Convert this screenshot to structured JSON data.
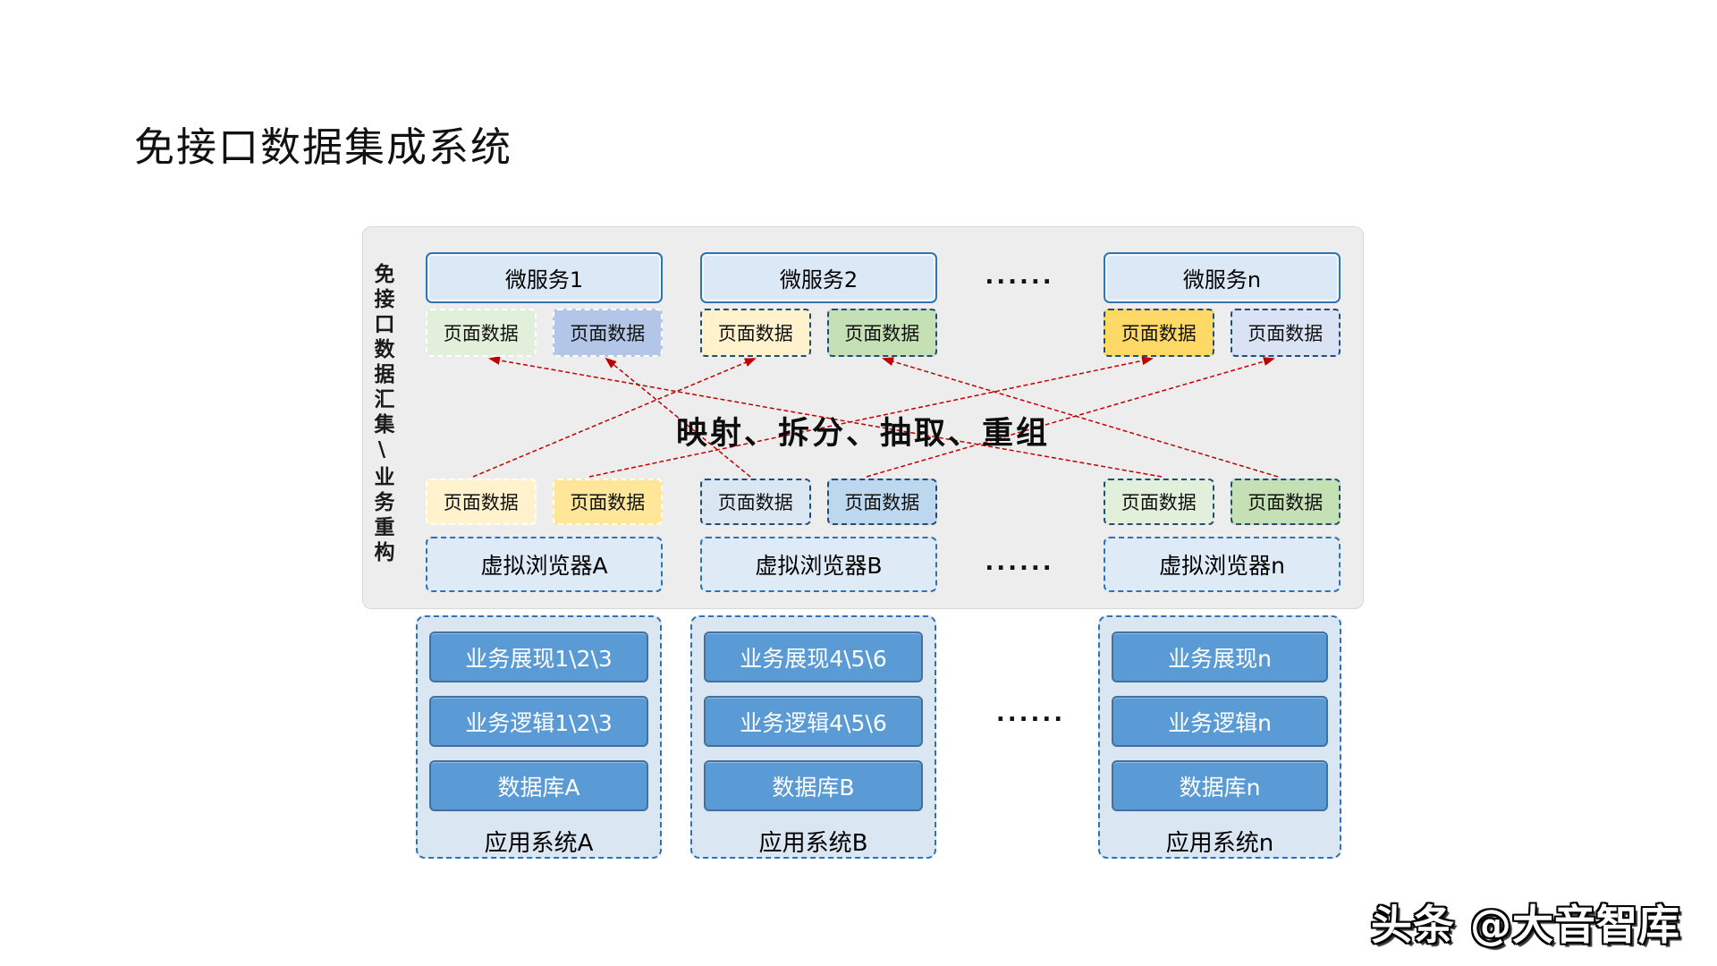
{
  "title": "免接口数据集成系统",
  "watermark": "头条 @大音智库",
  "ellipsis": "......",
  "panel": {
    "side_label": "免接口数据汇集\\业务重构",
    "center_label": "映射、拆分、抽取、重组",
    "arrow_color": "#c00000",
    "columns": [
      {
        "service": "微服务1",
        "browser": "虚拟浏览器A",
        "top_boxes": [
          {
            "label": "页面数据",
            "fill": "#e2efda",
            "border": "#ffffff"
          },
          {
            "label": "页面数据",
            "fill": "#b4c6e7",
            "border": "#ffffff"
          }
        ],
        "bottom_boxes": [
          {
            "label": "页面数据",
            "fill": "#fff2cc",
            "border": "#ffffff"
          },
          {
            "label": "页面数据",
            "fill": "#ffe699",
            "border": "#ffffff"
          }
        ]
      },
      {
        "service": "微服务2",
        "browser": "虚拟浏览器B",
        "top_boxes": [
          {
            "label": "页面数据",
            "fill": "#fff2cc",
            "border": "#1f4e79"
          },
          {
            "label": "页面数据",
            "fill": "#c5e0b4",
            "border": "#1f4e79"
          }
        ],
        "bottom_boxes": [
          {
            "label": "页面数据",
            "fill": "#dae6f2",
            "border": "#1f4e79"
          },
          {
            "label": "页面数据",
            "fill": "#bdd7ee",
            "border": "#1f4e79"
          }
        ]
      },
      {
        "service": "微服务n",
        "browser": "虚拟浏览器n",
        "top_boxes": [
          {
            "label": "页面数据",
            "fill": "#ffd966",
            "border": "#1f4e79"
          },
          {
            "label": "页面数据",
            "fill": "#dae3f3",
            "border": "#1f4e79"
          }
        ],
        "bottom_boxes": [
          {
            "label": "页面数据",
            "fill": "#e2efda",
            "border": "#1f4e79"
          },
          {
            "label": "页面数据",
            "fill": "#c5e0b4",
            "border": "#1f4e79"
          }
        ]
      }
    ],
    "arrow_mappings": [
      {
        "from_column": 0,
        "from_box": 0,
        "to_column": 1,
        "to_box": 0
      },
      {
        "from_column": 0,
        "from_box": 1,
        "to_column": 2,
        "to_box": 0
      },
      {
        "from_column": 1,
        "from_box": 0,
        "to_column": 0,
        "to_box": 1
      },
      {
        "from_column": 1,
        "from_box": 1,
        "to_column": 2,
        "to_box": 1
      },
      {
        "from_column": 2,
        "from_box": 0,
        "to_column": 0,
        "to_box": 0
      },
      {
        "from_column": 2,
        "from_box": 1,
        "to_column": 1,
        "to_box": 1
      }
    ]
  },
  "systems": [
    {
      "layers": [
        "业务展现1\\2\\3",
        "业务逻辑1\\2\\3",
        "数据库A"
      ],
      "name": "应用系统A"
    },
    {
      "layers": [
        "业务展现4\\5\\6",
        "业务逻辑4\\5\\6",
        "数据库B"
      ],
      "name": "应用系统B"
    },
    {
      "layers": [
        "业务展现n",
        "业务逻辑n",
        "数据库n"
      ],
      "name": "应用系统n"
    }
  ],
  "colors": {
    "panel_bg": "#ededed",
    "service_fill": "#dbe9f6",
    "service_border": "#2e74b5",
    "browser_fill": "#deebf7",
    "system_fill": "#dae6f2",
    "layer_fill": "#5b9bd5",
    "layer_border": "#41719c",
    "arrow_red": "#c00000"
  }
}
